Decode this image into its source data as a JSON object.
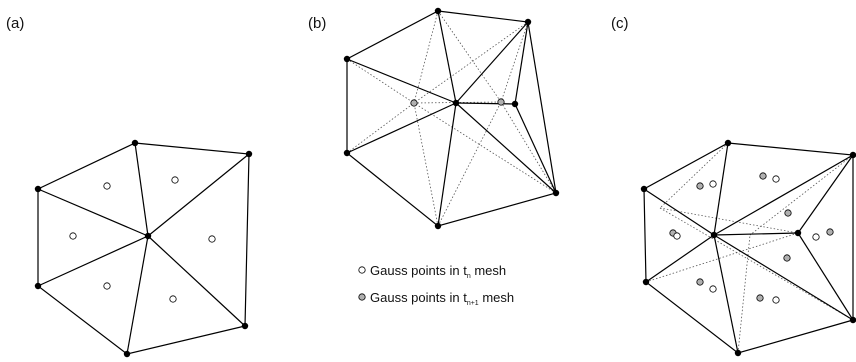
{
  "panels": [
    {
      "label": "(a)"
    },
    {
      "label": "(b)"
    },
    {
      "label": "(c)"
    }
  ],
  "legend": {
    "tn": {
      "prefix": "Gauss points in t",
      "sub": "n",
      "suffix": " mesh"
    },
    "tn1": {
      "prefix": "Gauss points in t",
      "sub": "n+1",
      "suffix": "  mesh"
    }
  },
  "colors": {
    "line": "#000000",
    "gauss_tn": "#ffffff",
    "gauss_tn1": "#b0b0b0"
  }
}
